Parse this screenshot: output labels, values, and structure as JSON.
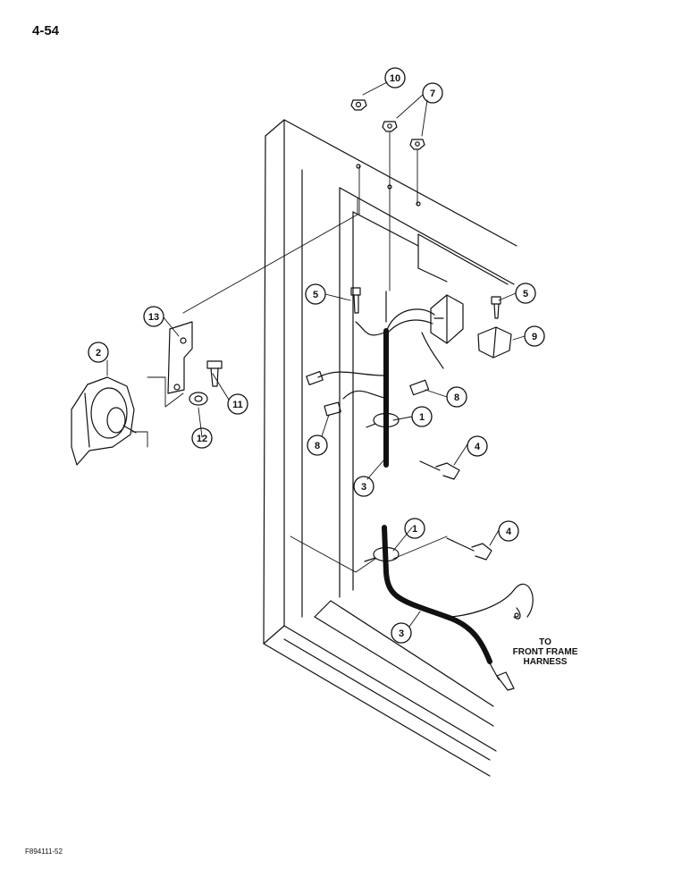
{
  "page_number": "4-54",
  "figure_code": "F894111-52",
  "note": {
    "line1": "TO",
    "line2": "FRONT FRAME",
    "line3": "HARNESS"
  },
  "callouts": {
    "c10": "10",
    "c7": "7",
    "c5a": "5",
    "c5b": "5",
    "c13": "13",
    "c9": "9",
    "c2": "2",
    "c11": "11",
    "c8a": "8",
    "c1a": "1",
    "c12": "12",
    "c8b": "8",
    "c4a": "4",
    "c3a": "3",
    "c1b": "1",
    "c4b": "4",
    "c3b": "3"
  },
  "colors": {
    "ink": "#111111",
    "paper": "#ffffff",
    "harness": "#1a1a1a"
  }
}
